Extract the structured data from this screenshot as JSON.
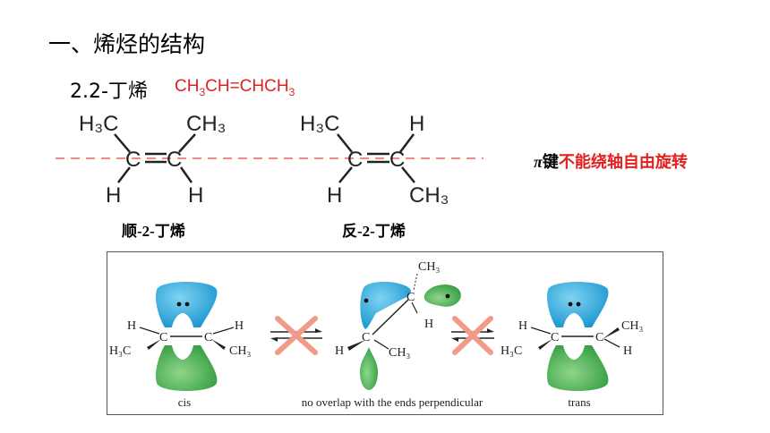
{
  "slide": {
    "title": "一、烯烃的结构",
    "subtitle": "2.2-丁烯",
    "formula_parts": [
      "CH",
      "3",
      "CH=CHCH",
      "3"
    ],
    "note_pi": "π",
    "note_key": "键",
    "note_red": "不能绕轴自由旋转"
  },
  "cis_structure": {
    "name": "顺-2-丁烯",
    "labels": [
      "H₃C",
      "CH₃",
      "C",
      "C",
      "H",
      "H"
    ]
  },
  "trans_structure": {
    "name": "反-2-丁烯",
    "labels": [
      "H₃C",
      "H",
      "C",
      "C",
      "H",
      "CH₃"
    ]
  },
  "figure": {
    "captions": [
      "cis",
      "no overlap with the ends perpendicular",
      "trans"
    ],
    "cis_atoms": [
      "H",
      "H",
      "H₃C",
      "CH₃",
      "C",
      "C"
    ],
    "middle_atoms": [
      "CH₃",
      "C",
      "H",
      "C",
      "H",
      "CH₃"
    ],
    "trans_atoms": [
      "H",
      "CH₃",
      "H₃C",
      "H",
      "C",
      "C"
    ],
    "colors": {
      "lobe_blue": "#1fa3d8",
      "lobe_green": "#3aa84a",
      "cross": "#f19a8a",
      "red_text": "#e0211d"
    }
  }
}
